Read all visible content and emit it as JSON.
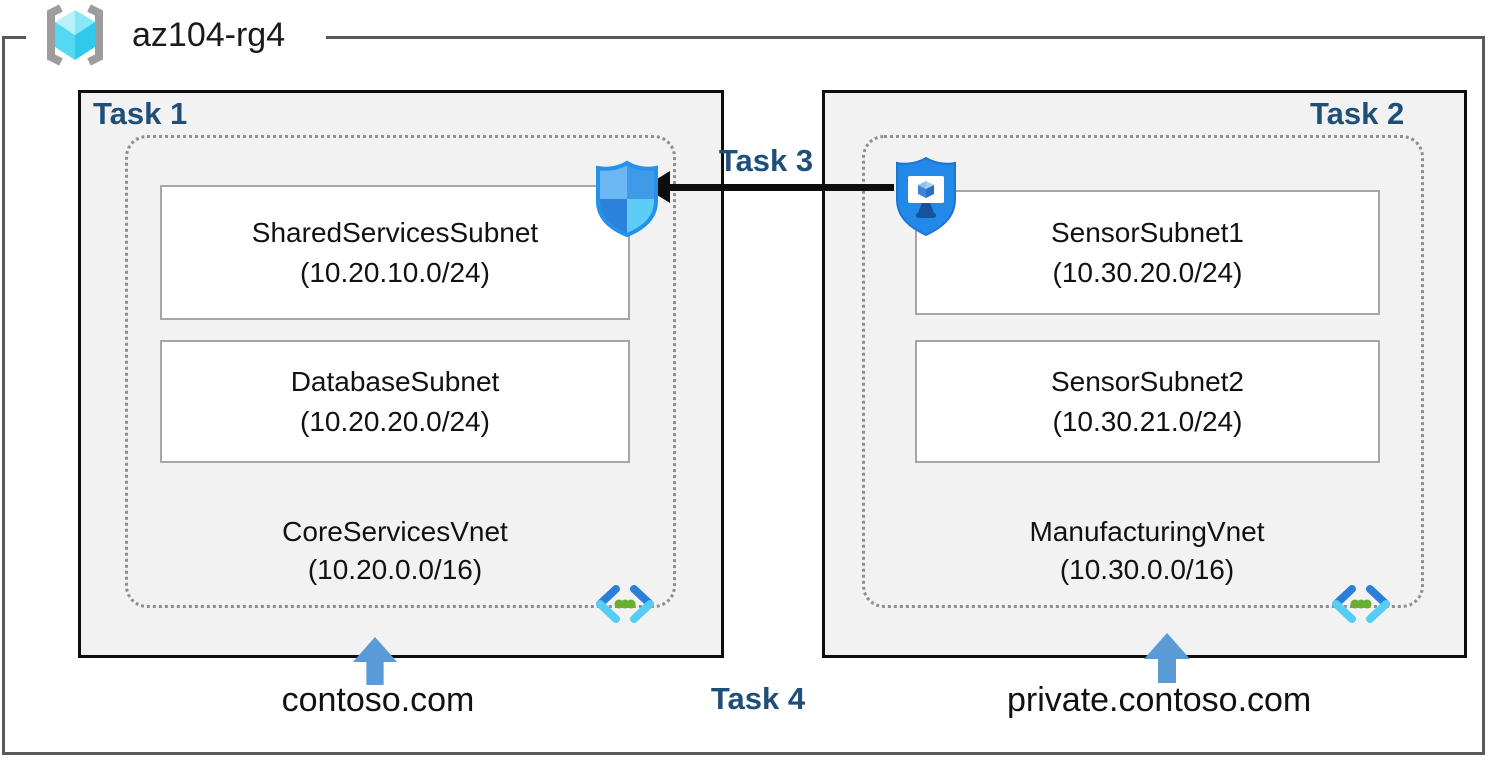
{
  "title": {
    "resource_group": "az104-rg4"
  },
  "tasks": {
    "t1": "Task 1",
    "t2": "Task 2",
    "t3": "Task 3",
    "t4": "Task 4"
  },
  "left_vnet": {
    "name": "CoreServicesVnet",
    "cidr": "(10.20.0.0/16)",
    "dns_zone": "contoso.com",
    "subnets": [
      {
        "name": "SharedServicesSubnet",
        "cidr": "(10.20.10.0/24)"
      },
      {
        "name": "DatabaseSubnet",
        "cidr": "(10.20.20.0/24)"
      }
    ]
  },
  "right_vnet": {
    "name": "ManufacturingVnet",
    "cidr": "(10.30.0.0/16)",
    "dns_zone": "private.contoso.com",
    "subnets": [
      {
        "name": "SensorSubnet1",
        "cidr": "(10.30.20.0/24)"
      },
      {
        "name": "SensorSubnet2",
        "cidr": "(10.30.21.0/24)"
      }
    ]
  },
  "icons": {
    "resource_group": "resource-group-cube-brackets-icon",
    "nsg": "network-security-group-shield-icon",
    "bastion": "bastion-shield-monitor-icon",
    "vnet": "virtual-network-chevrons-icon",
    "up_arrow": "blue-up-arrow",
    "task3_arrow": "black-left-arrow"
  },
  "colors": {
    "task_label_navy": "#1f4e79",
    "box_fill": "#f2f2f2",
    "box_border": "#0d0d0d",
    "outer_frame": "#595959",
    "dashed_border": "#8f8f8f",
    "subnet_border": "#a6a6a6",
    "up_arrow_blue": "#5b9bd5",
    "vnet_dot_green": "#69b02e",
    "icon_blue": "#2389e8"
  }
}
